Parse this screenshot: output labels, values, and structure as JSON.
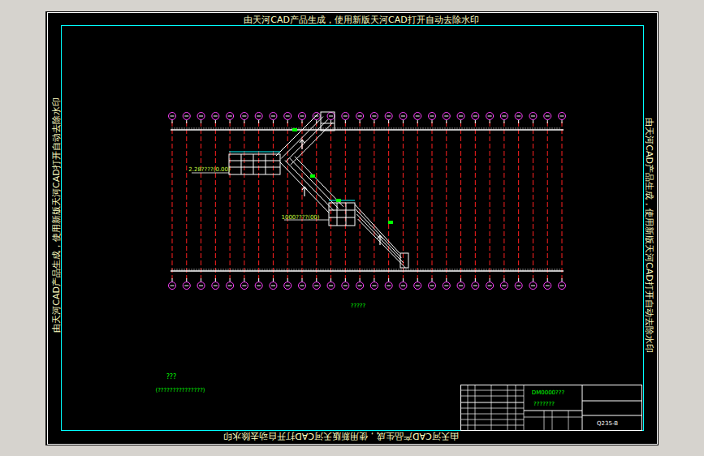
{
  "diagram": {
    "labels": [
      "由天河CAD产品生成，使用新版天河CAD打开自动去除水印",
      "由天河CAD产品生成，使用新版天河CAD打开自动去除水印",
      "由天河CAD产品生成，使用新版天河CAD打开自动去除水印",
      "由天河CAD产品生成，使用新版天河CAD打开自动去除水印",
      "2.28????(0.00)",
      "1000????(00)",
      "?????",
      "???",
      "(???????????????)",
      "DM0000???",
      "???????",
      "Q235-B"
    ]
  }
}
